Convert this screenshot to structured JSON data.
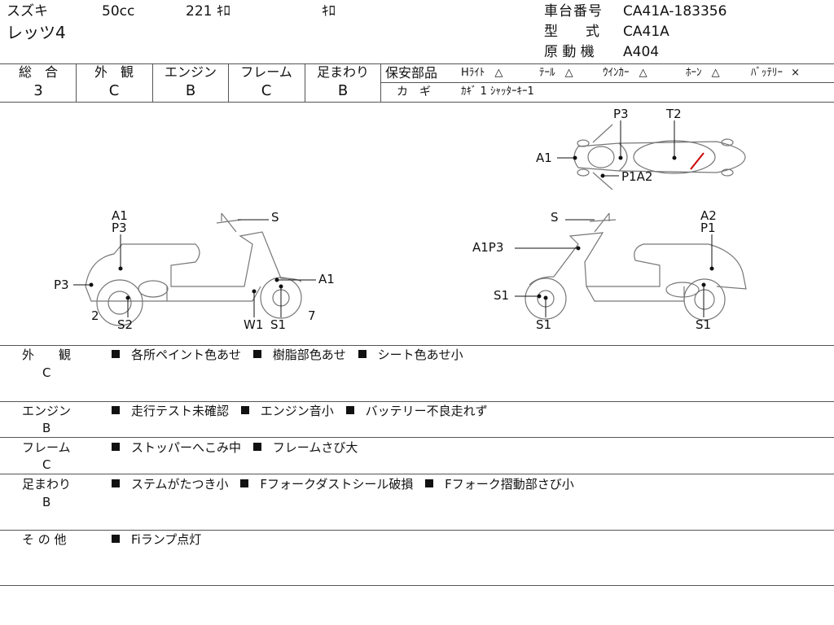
{
  "header": {
    "maker": "スズキ",
    "displacement": "50cc",
    "mileage": "221 ｷﾛ",
    "mileage_unit": "ｷﾛ",
    "model_name": "レッツ4",
    "frame_no_label": "車台番号",
    "frame_no": "CA41A-183356",
    "type_label": "型　　式",
    "type_value": "CA41A",
    "engine_label": "原 動 機",
    "engine_value": "A404"
  },
  "grades": [
    {
      "label": "総　合",
      "value": "3"
    },
    {
      "label": "外　観",
      "value": "C"
    },
    {
      "label": "エンジン",
      "value": "B"
    },
    {
      "label": "フレーム",
      "value": "C"
    },
    {
      "label": "足まわり",
      "value": "B"
    }
  ],
  "safety": {
    "label": "保安部品",
    "items": [
      {
        "name": "Hﾗｲﾄ",
        "mark": "△"
      },
      {
        "name": "ﾃｰﾙ",
        "mark": "△"
      },
      {
        "name": "ｳｲﾝｶｰ",
        "mark": "△"
      },
      {
        "name": "ﾎｰﾝ",
        "mark": "△"
      },
      {
        "name": "ﾊﾞｯﾃﾘｰ",
        "mark": "×"
      }
    ],
    "key_label": "カ　ギ",
    "key_value": "ｶｷﾞ 1  ｼｬｯﾀｰｷｰ1"
  },
  "diagram_labels": {
    "top": [
      "P3",
      "T2",
      "A1",
      "P1A2"
    ],
    "left": [
      "A1",
      "P3",
      "S",
      "P3",
      "A1",
      "2",
      "S2",
      "W1",
      "S1",
      "7"
    ],
    "right": [
      "S",
      "A2",
      "P1",
      "A1P3",
      "S1",
      "S1",
      "S1"
    ]
  },
  "remarks": [
    {
      "label": "外　　観",
      "grade": "C",
      "items": [
        "各所ペイント色あせ",
        "樹脂部色あせ",
        "シート色あせ小"
      ]
    },
    {
      "label": "エンジン",
      "grade": "B",
      "items": [
        "走行テスト未確認",
        "エンジン音小",
        "バッテリー不良走れず"
      ]
    },
    {
      "label": "フレーム",
      "grade": "C",
      "items": [
        "ストッパーへこみ中",
        "フレームさび大"
      ]
    },
    {
      "label": "足まわり",
      "grade": "B",
      "items": [
        "ステムがたつき小",
        "Fフォークダストシール破損",
        "Fフォーク摺動部さび小"
      ]
    },
    {
      "label": "そ の 他",
      "grade": "",
      "items": [
        "Fiランプ点灯"
      ]
    }
  ]
}
